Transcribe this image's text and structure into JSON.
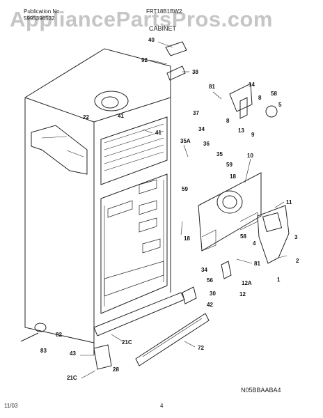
{
  "header": {
    "publication_label": "Publication No.",
    "publication_number": "5995396532",
    "model": "FRT18B1BW2",
    "section": "CABINET"
  },
  "watermark": "AppliancePartsPros.com",
  "footer": {
    "date": "11/03",
    "page": "4",
    "diagram_code": "N05BBAABA4"
  },
  "callouts": [
    "40",
    "92",
    "38",
    "81",
    "14",
    "8",
    "58",
    "5",
    "37",
    "22",
    "41",
    "41",
    "34",
    "36",
    "35A",
    "35",
    "59",
    "18",
    "10",
    "59",
    "11",
    "3",
    "58",
    "4",
    "18",
    "34",
    "81",
    "56",
    "2",
    "1",
    "12A",
    "30",
    "12",
    "42",
    "82",
    "72",
    "43",
    "21C",
    "28",
    "83",
    "21C",
    "8",
    "13",
    "9"
  ]
}
